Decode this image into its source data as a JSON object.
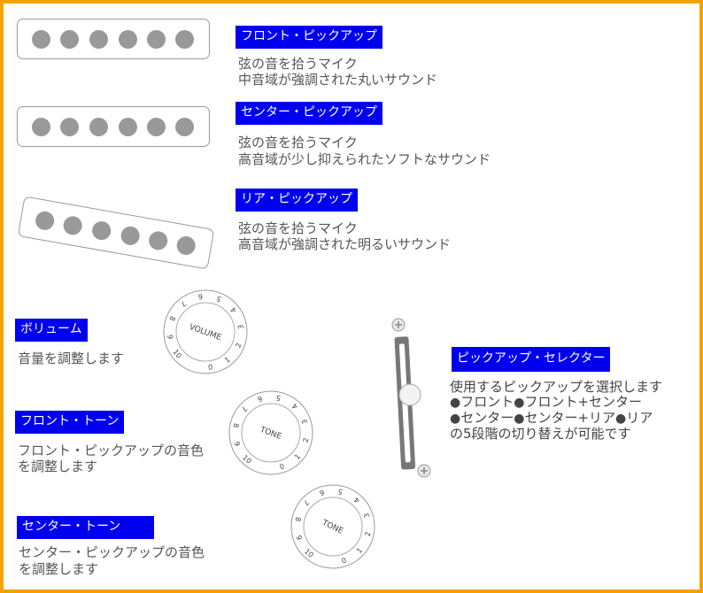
{
  "pickups": [
    {
      "title": "フロント・ピックアップ",
      "line1": "弦の音を拾うマイク",
      "line2": "中音域が強調された丸いサウンド"
    },
    {
      "title": "センター・ピックアップ",
      "line1": "弦の音を拾うマイク",
      "line2": "高音域が少し抑えられたソフトなサウンド"
    },
    {
      "title": "リア・ピックアップ",
      "line1": "弦の音を拾うマイク",
      "line2": "高音域が強調された明るいサウンド"
    }
  ],
  "knobs": [
    {
      "title": "ボリューム",
      "desc1": "音量を調整します",
      "desc2": "",
      "face_label": "VOLUME"
    },
    {
      "title": "フロント・トーン",
      "desc1": "フロント・ピックアップの音色",
      "desc2": "を調整します",
      "face_label": "TONE"
    },
    {
      "title": "センター・トーン",
      "desc1": "センター・ピックアップの音色",
      "desc2": "を調整します",
      "face_label": "TONE"
    }
  ],
  "knob_scale": [
    "0",
    "1",
    "2",
    "3",
    "4",
    "5",
    "6",
    "7",
    "8",
    "9",
    "10"
  ],
  "selector": {
    "title": "ピックアップ・セレクター",
    "line1": "使用するピックアップを選択します",
    "dot": "●",
    "pos1": "フロント",
    "pos2": "フロント+センター",
    "pos3": "センター",
    "pos4": "センター+リア",
    "pos5": "リア",
    "line4": "の5段階の切り替えが可能です"
  },
  "colors": {
    "border": "#f5a100",
    "tag_bg": "#0000ee",
    "pole": "#999999"
  }
}
